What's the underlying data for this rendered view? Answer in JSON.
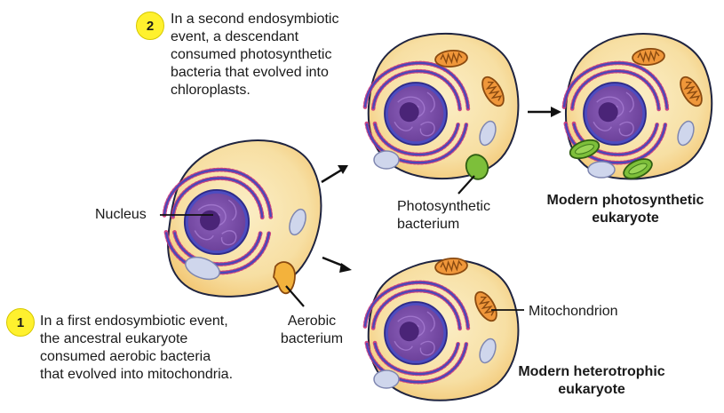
{
  "steps": [
    {
      "number": "1",
      "lines": [
        "In a first endosymbiotic event,",
        "the ancestral eukaryote",
        "consumed aerobic bacteria",
        "that evolved into mitochondria."
      ]
    },
    {
      "number": "2",
      "lines": [
        "In a second endosymbiotic",
        "event,  a descendant",
        "consumed photosynthetic",
        "bacteria that evolved into",
        "chloroplasts."
      ]
    }
  ],
  "labels": {
    "nucleus": "Nucleus",
    "aerobic_bacterium": [
      "Aerobic",
      "bacterium"
    ],
    "photosynthetic_bacterium": [
      "Photosynthetic",
      "bacterium"
    ],
    "mitochondrion": "Mitochondrion",
    "modern_photosynthetic": [
      "Modern photosynthetic",
      "eukaryote"
    ],
    "modern_heterotrophic": [
      "Modern heterotrophic",
      "eukaryote"
    ]
  },
  "colors": {
    "cytoplasm": "#f7dfa3",
    "cell_outline": "#1f2440",
    "nucleus": "#7a4fa6",
    "er": "#5a5cc4",
    "mitochondrion": "#f0973a",
    "chloroplast": "#7dbf3a",
    "vacuole": "#cfd6ec",
    "step_badge": "#fff12e"
  }
}
